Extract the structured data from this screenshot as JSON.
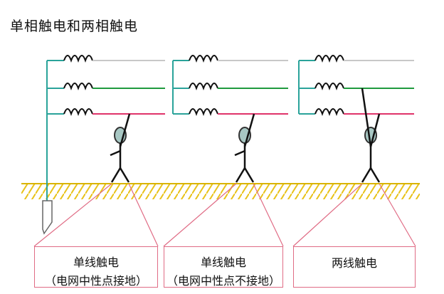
{
  "title": "单相触电和两相触电",
  "colors": {
    "wire_top": "#c8c8c8",
    "wire_mid": "#1f9a3e",
    "wire_bottom": "#e0336a",
    "neutral": "#2aa39a",
    "ground_hatch": "#e8c21a",
    "ground_line": "#d9b400",
    "person_head": "#a8c8c4",
    "callout": "#e06c85"
  },
  "panels": [
    {
      "line1": "单线触电",
      "line2": "（电网中性点接地）"
    },
    {
      "line1": "单线触电",
      "line2": "（电网中性点不接地）"
    },
    {
      "line1": "两线触电",
      "line2": ""
    }
  ]
}
